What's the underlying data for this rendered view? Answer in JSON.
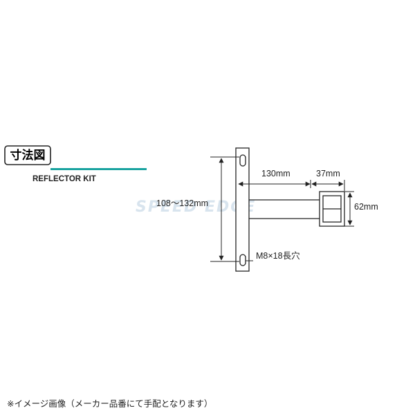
{
  "header": {
    "badge_label": "寸法図",
    "subtitle": "REFLECTOR KIT",
    "accent_color": "#1aa3a0"
  },
  "dimensions": {
    "height_range": "108〜132mm",
    "arm_length": "130mm",
    "reflector_width": "37mm",
    "reflector_height": "62mm",
    "slot": "M8×18長穴"
  },
  "watermark": "SPEED EDGE",
  "footnote": "※イメージ画像（メーカー品番にて手配となります）"
}
